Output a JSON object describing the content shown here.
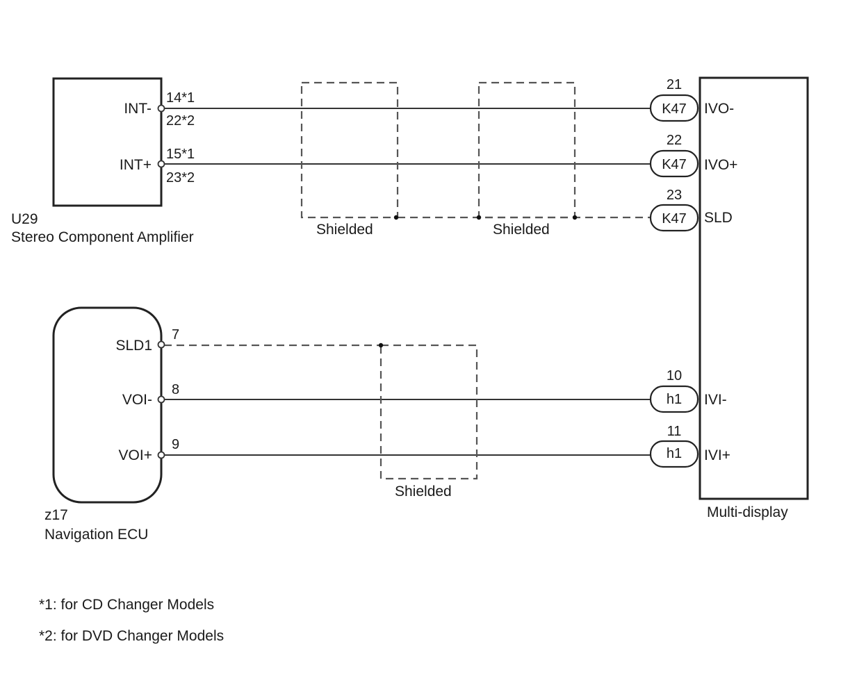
{
  "components": {
    "amplifier": {
      "code": "U29",
      "name": "Stereo Component Amplifier",
      "pins": [
        {
          "label": "INT-",
          "pin_top": "14*1",
          "pin_bottom": "22*2"
        },
        {
          "label": "INT+",
          "pin_top": "15*1",
          "pin_bottom": "23*2"
        }
      ]
    },
    "navigation": {
      "code": "z17",
      "name": "Navigation ECU",
      "pins": [
        {
          "label": "SLD1",
          "pin": "7"
        },
        {
          "label": "VOI-",
          "pin": "8"
        },
        {
          "label": "VOI+",
          "pin": "9"
        }
      ]
    },
    "display": {
      "name": "Multi-display",
      "pins": [
        {
          "label": "IVO-",
          "pin": "21",
          "connector": "K47"
        },
        {
          "label": "IVO+",
          "pin": "22",
          "connector": "K47"
        },
        {
          "label": "SLD",
          "pin": "23",
          "connector": "K47"
        },
        {
          "label": "IVI-",
          "pin": "10",
          "connector": "h1"
        },
        {
          "label": "IVI+",
          "pin": "11",
          "connector": "h1"
        }
      ]
    }
  },
  "shields": {
    "label": "Shielded"
  },
  "notes": [
    "*1: for CD Changer Models",
    "*2: for DVD Changer Models"
  ]
}
